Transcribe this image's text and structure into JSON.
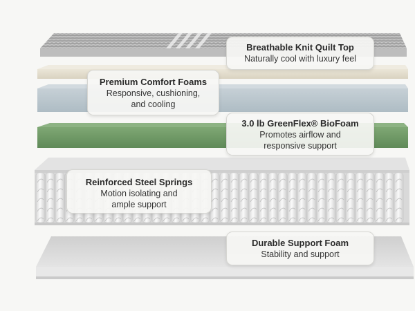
{
  "layers": [
    {
      "title": "Breathable Knit Quilt Top",
      "description_lines": [
        "Naturally cool with luxury feel"
      ],
      "color": "#c8c8c8"
    },
    {
      "title": "Premium Comfort Foams",
      "description_lines": [
        "Responsive, cushioning,",
        "and cooling"
      ],
      "color": "#b7c4cc"
    },
    {
      "title": "3.0 lb GreenFlex® BioFoam",
      "description_lines": [
        "Promotes airflow and",
        "responsive support"
      ],
      "color": "#6f9a67"
    },
    {
      "title": "Reinforced Steel Springs",
      "description_lines": [
        "Motion isolating and",
        "ample support"
      ],
      "color": "#e9e9e9"
    },
    {
      "title": "Durable Support Foam",
      "description_lines": [
        "Stability and support"
      ],
      "color": "#dcdcdc"
    }
  ]
}
